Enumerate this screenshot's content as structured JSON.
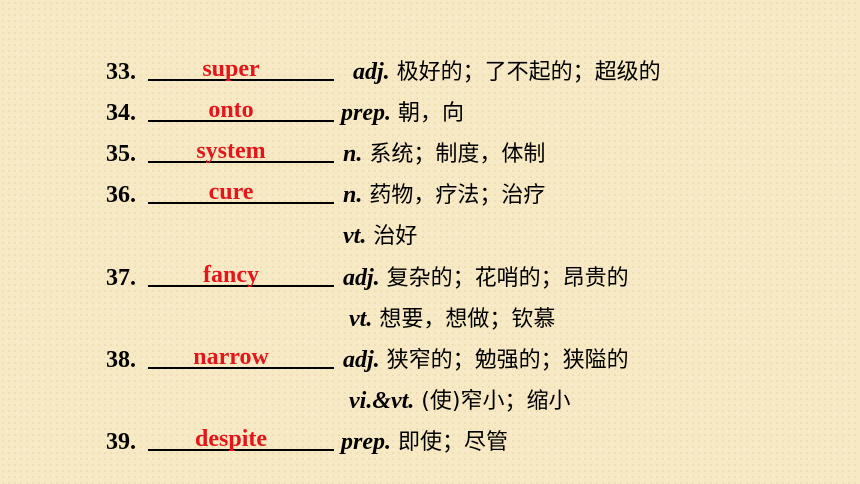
{
  "entries": [
    {
      "number": "33.",
      "answer": "super",
      "senses": [
        {
          "pos": "adj.",
          "meaning": " 极好的；了不起的；超级的"
        }
      ]
    },
    {
      "number": "34.",
      "answer": "onto",
      "senses": [
        {
          "pos": "prep.",
          "meaning": " 朝，向"
        }
      ]
    },
    {
      "number": "35.",
      "answer": "system",
      "senses": [
        {
          "pos": "n.",
          "meaning": " 系统；制度，体制"
        }
      ]
    },
    {
      "number": "36.",
      "answer": "cure",
      "senses": [
        {
          "pos": "n.",
          "meaning": " 药物，疗法；治疗"
        },
        {
          "pos": "vt.",
          "meaning": " 治好"
        }
      ]
    },
    {
      "number": "37.",
      "answer": "fancy",
      "senses": [
        {
          "pos": "adj.",
          "meaning": " 复杂的；花哨的；昂贵的"
        },
        {
          "pos": "vt.",
          "meaning": " 想要，想做；钦慕"
        }
      ]
    },
    {
      "number": "38.",
      "answer": "narrow",
      "senses": [
        {
          "pos": "adj.",
          "meaning": " 狭窄的；勉强的；狭隘的"
        },
        {
          "pos": "vi.&vt.",
          "meaning": " (使)窄小；缩小"
        }
      ]
    },
    {
      "number": "39.",
      "answer": "despite",
      "senses": [
        {
          "pos": "prep.",
          "meaning": " 即使；尽管"
        }
      ]
    }
  ]
}
